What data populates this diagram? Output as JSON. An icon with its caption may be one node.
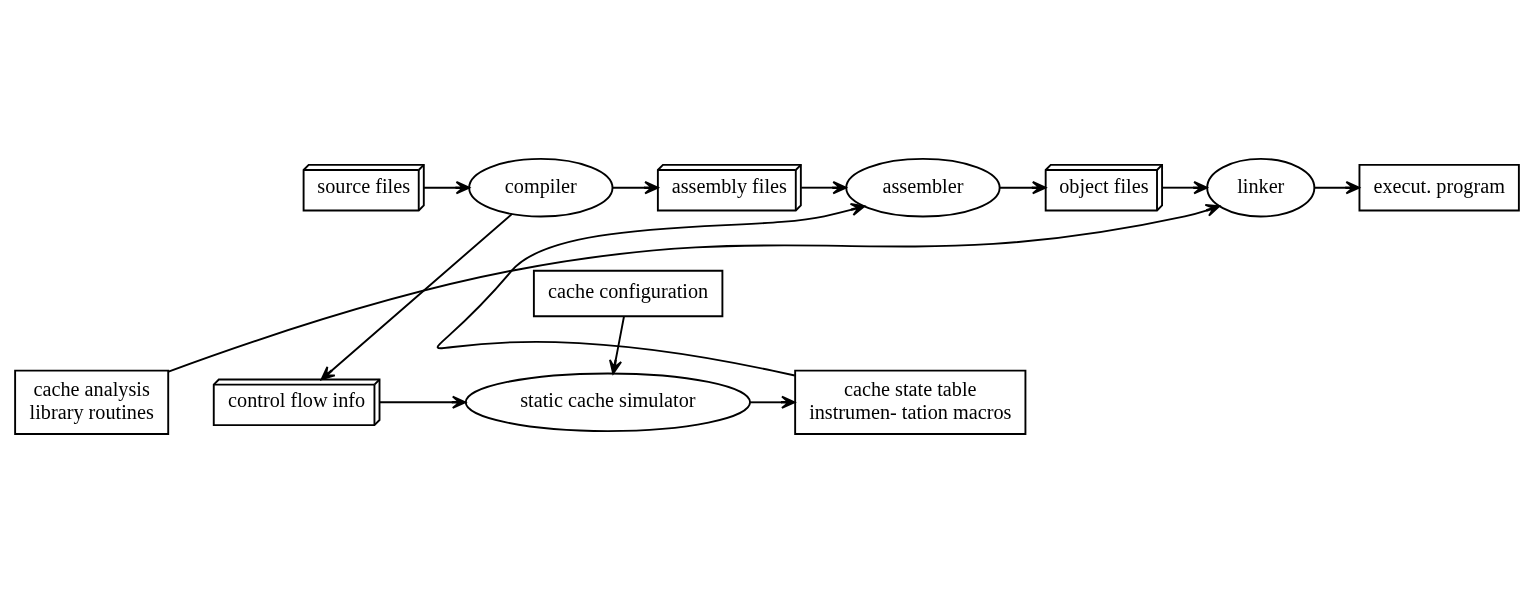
{
  "diagram": {
    "nodes": [
      {
        "text": [
          "source files"
        ]
      },
      {
        "text": [
          "compiler"
        ]
      },
      {
        "text": [
          "assembly files"
        ]
      },
      {
        "text": [
          "assembler"
        ]
      },
      {
        "text": [
          "object files"
        ]
      },
      {
        "text": [
          "linker"
        ]
      },
      {
        "text": [
          "execut. program"
        ]
      },
      {
        "text": [
          "cache configuration"
        ]
      },
      {
        "text": [
          "control flow info"
        ]
      },
      {
        "text": [
          "static cache simulator"
        ]
      },
      {
        "text": [
          "cache state table",
          "instrumen- tation macros"
        ]
      },
      {
        "text": [
          "cache analysis",
          "library routines"
        ]
      }
    ],
    "edges": [
      {
        "from": 0,
        "to": 1,
        "arrow": "to"
      },
      {
        "from": 1,
        "to": 2,
        "arrow": "to"
      },
      {
        "from": 2,
        "to": 3,
        "arrow": "to"
      },
      {
        "from": 3,
        "to": 4,
        "arrow": "to"
      },
      {
        "from": 4,
        "to": 5,
        "arrow": "to"
      },
      {
        "from": 5,
        "to": 6,
        "arrow": "to"
      },
      {
        "from": 1,
        "to": 8,
        "arrow": "to"
      },
      {
        "from": 7,
        "to": 9,
        "arrow": "to"
      },
      {
        "from": 8,
        "to": 9,
        "arrow": "to"
      },
      {
        "from": 9,
        "to": 10,
        "arrow": "to"
      },
      {
        "from": 10,
        "to": 3,
        "arrow": "to"
      },
      {
        "from": 11,
        "to": 5,
        "arrow": "to"
      }
    ]
  }
}
